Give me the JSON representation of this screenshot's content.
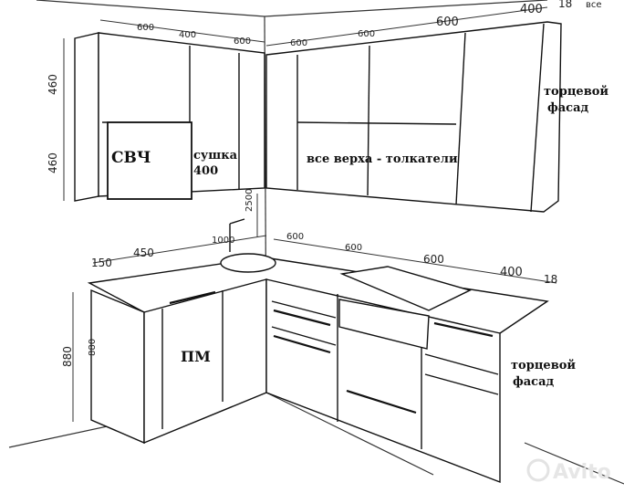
{
  "labels": {
    "microwave": "СВЧ",
    "dryer_line1": "сушка",
    "dryer_line2": "400",
    "all_uppers": "все верха - толкатели",
    "end_panel_upper_1": "торцевой",
    "end_panel_upper_2": "фасад",
    "end_panel_lower_1": "торцевой",
    "end_panel_lower_2": "фасад",
    "dishwasher": "ПМ"
  },
  "dimensions": {
    "upper_600_a": "600",
    "upper_400_a": "400",
    "upper_600_b": "600",
    "upper_600_c": "600",
    "upper_600_d": "600",
    "upper_600_e": "600",
    "upper_400_right": "400",
    "upper_18": "18",
    "corner_tag": "все",
    "height_460_top": "460",
    "height_460_bottom": "460",
    "height_2500": "2500",
    "sink_1000": "1000",
    "lower_150": "150",
    "lower_450": "450",
    "lower_600_a": "600",
    "lower_600_b": "600",
    "lower_600_c": "600",
    "lower_400": "400",
    "lower_18": "18",
    "height_880": "880",
    "height_880_inner": "880"
  },
  "watermark": "Avito"
}
